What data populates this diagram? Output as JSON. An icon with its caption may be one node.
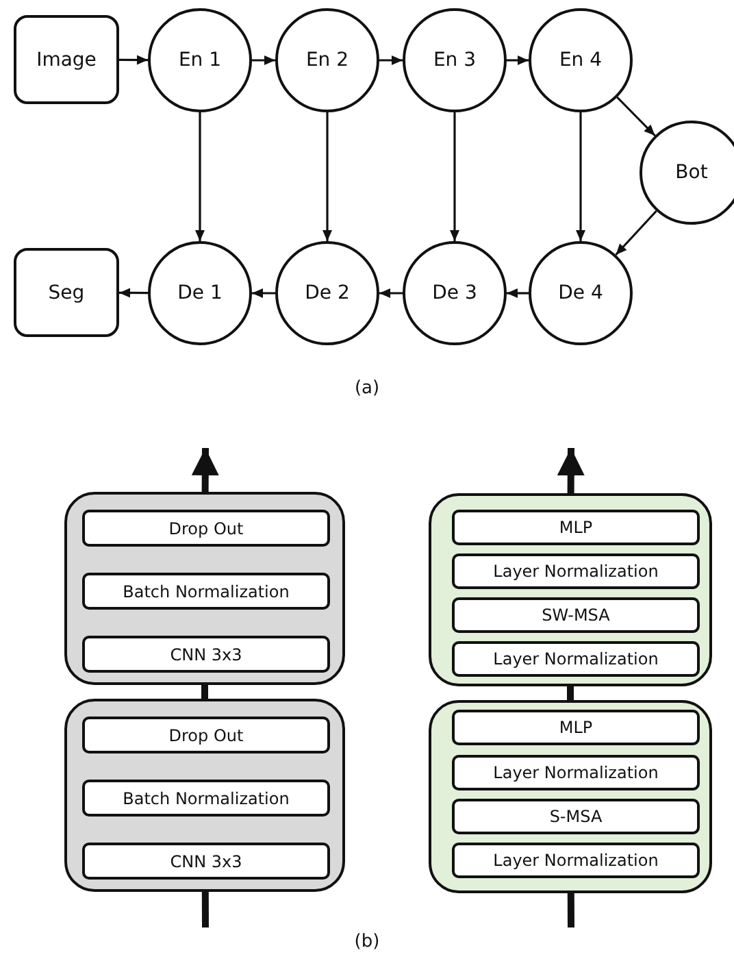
{
  "diagram": {
    "nodes": [
      {
        "text": [
          "Image"
        ]
      },
      {
        "text": [
          "En 1"
        ]
      },
      {
        "text": [
          "En 2"
        ]
      },
      {
        "text": [
          "En 3"
        ]
      },
      {
        "text": [
          "En 4"
        ]
      },
      {
        "text": [
          "Bot"
        ]
      },
      {
        "text": [
          "Seg"
        ]
      },
      {
        "text": [
          "De 1"
        ]
      },
      {
        "text": [
          "De 2"
        ]
      },
      {
        "text": [
          "De 3"
        ]
      },
      {
        "text": [
          "De 4"
        ]
      },
      {
        "text": [],
        "shape": "box"
      },
      {
        "text": [
          "Drop Out"
        ],
        "in": 11
      },
      {
        "text": [
          "Batch Normalization"
        ],
        "in": 11
      },
      {
        "text": [
          "CNN 3x3"
        ],
        "in": 11
      },
      {
        "text": [],
        "shape": "box"
      },
      {
        "text": [
          "Drop Out"
        ],
        "in": 15
      },
      {
        "text": [
          "Batch Normalization"
        ],
        "in": 15
      },
      {
        "text": [
          "CNN 3x3"
        ],
        "in": 15
      },
      {
        "text": [],
        "shape": "box"
      },
      {
        "text": [
          "MLP"
        ],
        "in": 19
      },
      {
        "text": [
          "Layer Normalization"
        ],
        "in": 19
      },
      {
        "text": [
          "SW-MSA"
        ],
        "in": 19
      },
      {
        "text": [
          "Layer Normalization"
        ],
        "in": 19
      },
      {
        "text": [],
        "shape": "box"
      },
      {
        "text": [
          "MLP"
        ],
        "in": 24
      },
      {
        "text": [
          "Layer Normalization"
        ],
        "in": 24
      },
      {
        "text": [
          "S-MSA"
        ],
        "in": 24
      },
      {
        "text": [
          "Layer Normalization"
        ],
        "in": 24
      }
    ],
    "edges": [
      {
        "from": 0,
        "to": 1,
        "arrow": "to"
      },
      {
        "from": 1,
        "to": 2,
        "arrow": "to"
      },
      {
        "from": 2,
        "to": 3,
        "arrow": "to"
      },
      {
        "from": 3,
        "to": 4,
        "arrow": "to"
      },
      {
        "from": 4,
        "to": 5,
        "arrow": "to"
      },
      {
        "from": 5,
        "to": 10,
        "arrow": "to"
      },
      {
        "from": 1,
        "to": 7,
        "arrow": "to"
      },
      {
        "from": 2,
        "to": 8,
        "arrow": "to"
      },
      {
        "from": 3,
        "to": 9,
        "arrow": "to"
      },
      {
        "from": 4,
        "to": 10,
        "arrow": "to"
      },
      {
        "from": 10,
        "to": 9,
        "arrow": "to"
      },
      {
        "from": 9,
        "to": 8,
        "arrow": "to"
      },
      {
        "from": 8,
        "to": 7,
        "arrow": "to"
      },
      {
        "from": 7,
        "to": 6,
        "arrow": "to"
      },
      {
        "from": null,
        "to": 15,
        "arrow": "none",
        "style": "thick"
      },
      {
        "from": 15,
        "to": 11,
        "arrow": "none",
        "style": "thick"
      },
      {
        "from": 11,
        "to": null,
        "arrow": "to",
        "style": "thick"
      },
      {
        "from": null,
        "to": 24,
        "arrow": "none",
        "style": "thick"
      },
      {
        "from": 24,
        "to": 19,
        "arrow": "none",
        "style": "thick"
      },
      {
        "from": 19,
        "to": null,
        "arrow": "to",
        "style": "thick"
      }
    ],
    "labels": [
      "(a)",
      "(b)"
    ]
  }
}
